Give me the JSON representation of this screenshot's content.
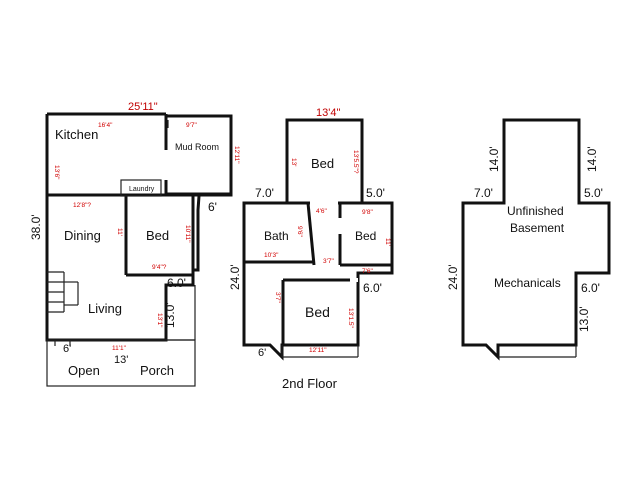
{
  "first_floor": {
    "top_width": "25'11\"",
    "kitchen_dim": "16'4\"",
    "mudroom_dim": "9'7\"",
    "kitchen_depth": "13'6\"",
    "mudroom_depth": "12'11\"",
    "height": "38.0'",
    "dining_dim": "12'8\"?",
    "dining_depth": "11'",
    "bed_depth": "10'11\"",
    "bed_dim": "9'4\"?",
    "right_jog": "6'",
    "step_out": "6.0'",
    "living_depth": "13'1\"",
    "right_lower": "13.0'",
    "living_dim": "11'1\"",
    "bottom_left": "6'",
    "porch_width": "13'",
    "rooms": {
      "kitchen": "Kitchen",
      "mudroom": "Mud Room",
      "laundry": "Laundry",
      "dining": "Dining",
      "bed": "Bed",
      "living": "Living",
      "open": "Open",
      "porch": "Porch"
    }
  },
  "second_floor": {
    "title": "2nd Floor",
    "top_width": "13'4\"",
    "left_step": "7.0'",
    "right_step": "5.0'",
    "height": "24.0'",
    "right_lower": "6.0'",
    "bottom_left": "6'",
    "bed_top_depth": "13'",
    "bed_top_depth2": "13'5.5\"?",
    "bath_dim": "10'3\"",
    "bath_depth": "9'6\"",
    "hall_dim": "4'6\"",
    "hall2_dim": "3'7\"",
    "bed_right_dim": "9'8\"",
    "bed_right_dim2": "7'6\"",
    "bed_right_depth": "11'",
    "bed_bottom_dim": "12'11\"",
    "bed_bottom_depth": "13'1.5\"",
    "bed_bottom_left": "3'7\"",
    "rooms": {
      "bed_top": "Bed",
      "bath": "Bath",
      "bed_right": "Bed",
      "bed_bottom": "Bed"
    }
  },
  "basement": {
    "left_top": "14.0'",
    "right_top": "14.0'",
    "left_step": "7.0'",
    "right_step": "5.0'",
    "height": "24.0'",
    "right_lower_step": "6.0'",
    "right_lower": "13.0'",
    "label1": "Unfinished",
    "label2": "Basement",
    "label3": "Mechanicals"
  }
}
